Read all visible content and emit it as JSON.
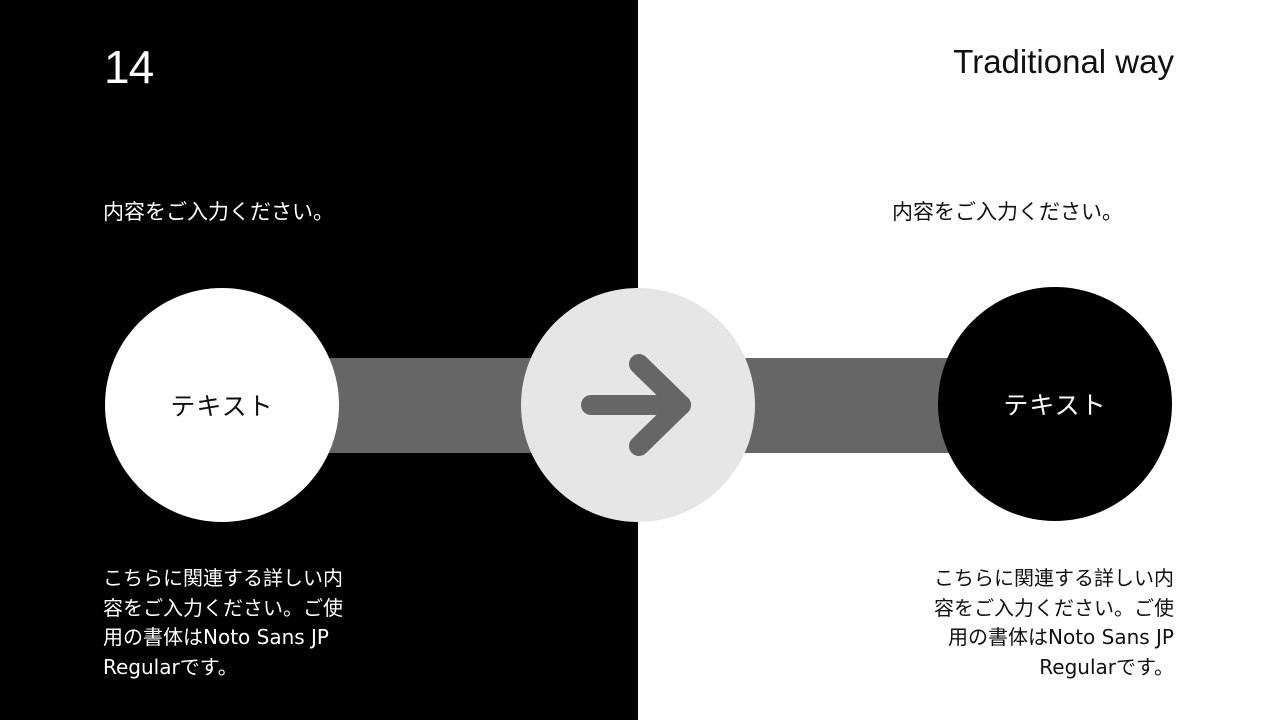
{
  "slide": {
    "page_number": "14",
    "title": "Traditional way",
    "colors": {
      "left_panel": "#000000",
      "right_panel": "#ffffff",
      "connector_bar": "#666666",
      "arrow_circle": "#e6e6e6",
      "arrow": "#666666"
    }
  },
  "left": {
    "heading": "内容をご入力ください。",
    "circle_label": "テキスト",
    "description_lines": [
      "こちらに関連する詳しい内",
      "容をご入力ください。ご使",
      "用の書体はNoto Sans JP",
      "Regularです。"
    ]
  },
  "center": {
    "icon": "arrow-right-icon"
  },
  "right": {
    "heading": "内容をご入力ください。",
    "circle_label": "テキスト",
    "description_lines": [
      "こちらに関連する詳しい内",
      "容をご入力ください。ご使",
      "用の書体はNoto Sans JP",
      "Regularです。"
    ]
  }
}
